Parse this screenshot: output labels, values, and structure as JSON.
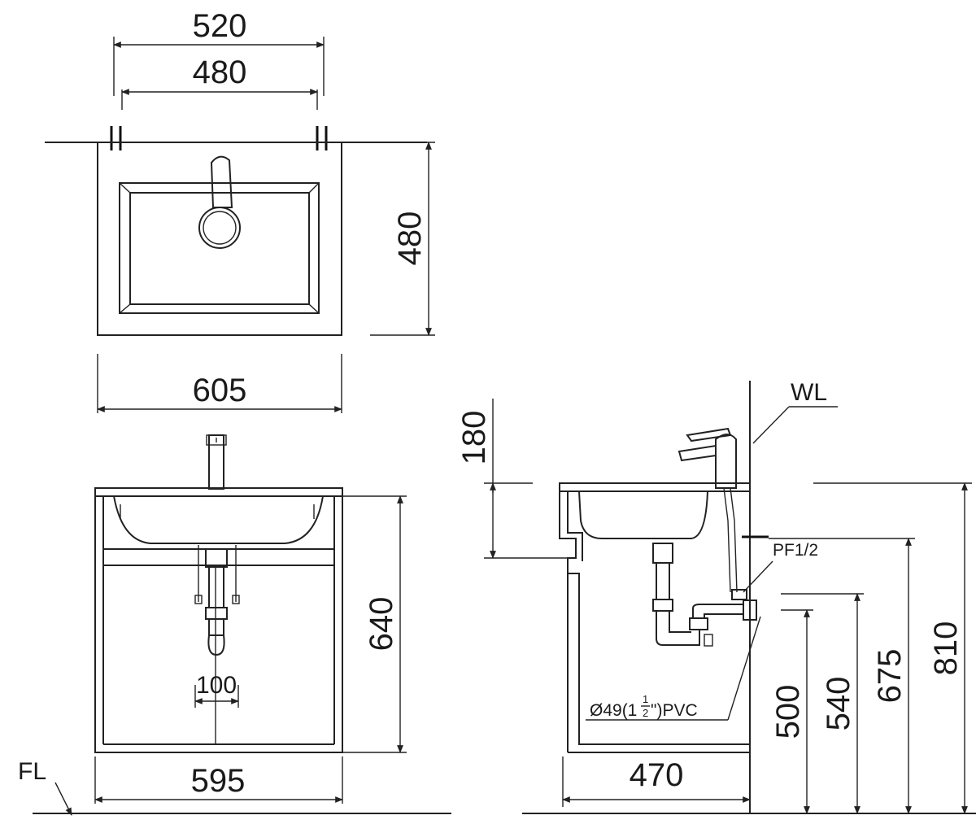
{
  "top_view": {
    "dim_outer_width": "520",
    "dim_inner_width": "480",
    "dim_depth": "480",
    "dim_cabinet_width": "605"
  },
  "front_view": {
    "dim_cabinet_height": "640",
    "dim_drain_spacing": "100",
    "dim_base_width": "595",
    "floor_label": "FL"
  },
  "side_view": {
    "wall_label": "WL",
    "dim_faucet_height": "180",
    "supply_label": "PF1/2",
    "drain_label_prefix": "Ø49(1",
    "drain_frac_num": "1",
    "drain_frac_den": "2",
    "drain_label_suffix": "\")PVC",
    "dim_depth": "470",
    "dim_drain_height": "500",
    "dim_trap_height": "540",
    "dim_supply_height": "675",
    "dim_top_height": "810"
  }
}
